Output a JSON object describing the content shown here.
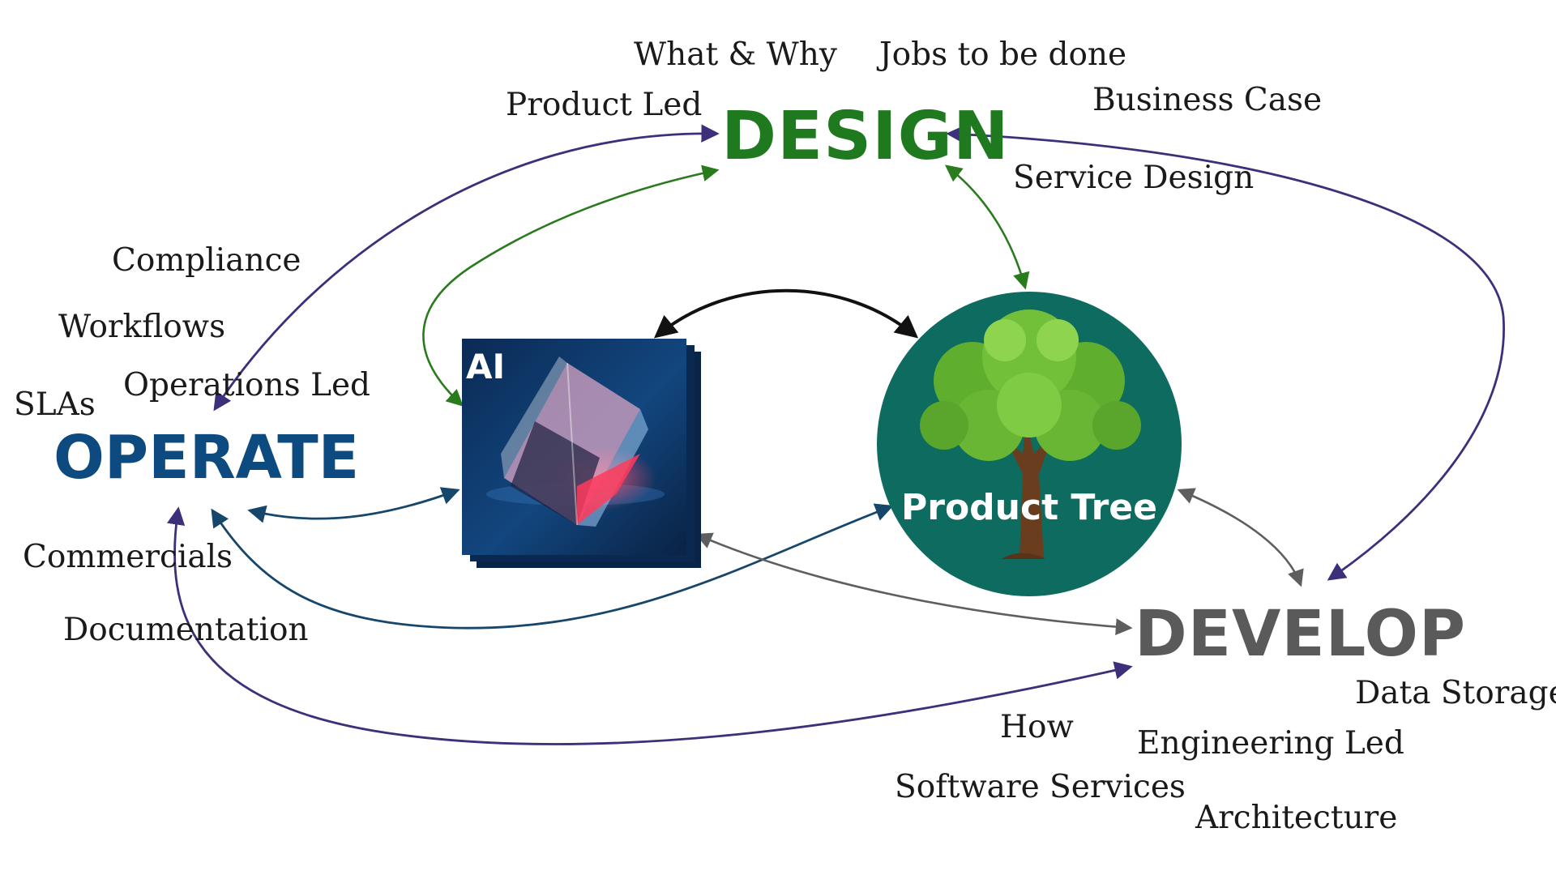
{
  "hubs": {
    "design": "DESIGN",
    "operate": "OPERATE",
    "develop": "DEVELOP"
  },
  "ai": {
    "label": "AI"
  },
  "product_tree": {
    "label": "Product Tree"
  },
  "design_terms": [
    "What & Why",
    "Jobs to be done",
    "Product Led",
    "Business Case",
    "Service Design"
  ],
  "operate_terms": [
    "Compliance",
    "Workflows",
    "SLAs",
    "Operations Led",
    "Commercials",
    "Documentation"
  ],
  "develop_terms": [
    "Data Storage",
    "How",
    "Engineering Led",
    "Software Services",
    "Architecture"
  ],
  "colors": {
    "design": "#1f7a1f",
    "operate": "#0d4a80",
    "develop": "#5a5a5a",
    "arrow_purple": "#3d2f7a",
    "arrow_navy": "#17466b",
    "arrow_green": "#2a7a1e",
    "arrow_black": "#111111",
    "arrow_grey": "#5e5e5e",
    "tree_circle": "#0d6b60",
    "ai_card": "#0b2e5a"
  },
  "icons": {
    "ai_image": "crystal-cube-icon",
    "tree_image": "tree-icon"
  }
}
